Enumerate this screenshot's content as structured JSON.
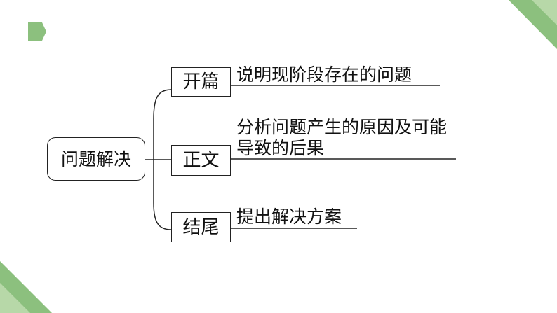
{
  "colors": {
    "accent": "#8cc07e",
    "accent_light": "#b7d8a8",
    "stroke": "#222222"
  },
  "diagram": {
    "root": {
      "label": "问题解决"
    },
    "branches": [
      {
        "label": "开篇",
        "lines": [
          "说明现阶段存在的问题"
        ]
      },
      {
        "label": "正文",
        "lines": [
          "分析问题产生的原因及可能",
          "导致的后果"
        ]
      },
      {
        "label": "结尾",
        "lines": [
          "提出解决方案"
        ]
      }
    ]
  }
}
